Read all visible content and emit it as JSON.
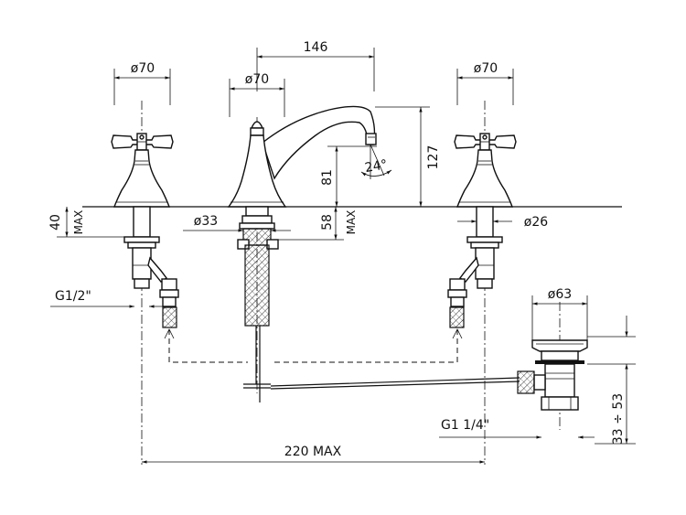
{
  "dimensions": {
    "spout_offset": "146",
    "left_handle_dia": "ø70",
    "spout_base_dia": "ø70",
    "right_handle_dia": "ø70",
    "spout_height": "127",
    "spout_outlet_height": "81",
    "spout_angle": "24°",
    "deck_thickness": "40",
    "deck_thickness_suffix": "MAX",
    "spout_shank_dia": "ø33",
    "spout_shank_len": "58",
    "spout_shank_suffix": "MAX",
    "valve_shank_dia": "ø26",
    "inlet_thread": "G1/2\"",
    "waste_dia": "ø63",
    "waste_thread": "G1  1/4\"",
    "waste_range": "33 ÷ 53",
    "overall_width": "220 MAX"
  },
  "colors": {
    "line": "#111111",
    "background": "#ffffff"
  }
}
